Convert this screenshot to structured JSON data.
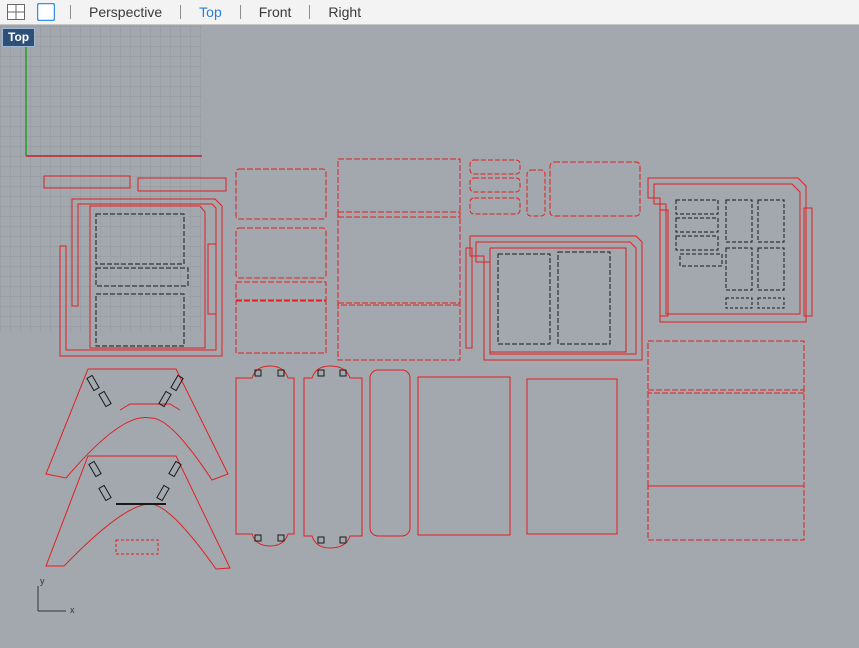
{
  "toolbar": {
    "layout_icon": "four-viewports-icon",
    "single_icon": "single-viewport-icon",
    "tabs": [
      {
        "label": "Perspective",
        "active": false
      },
      {
        "label": "Top",
        "active": true
      },
      {
        "label": "Front",
        "active": false
      },
      {
        "label": "Right",
        "active": false
      }
    ]
  },
  "viewport": {
    "label": "Top",
    "axis_x": "x",
    "axis_y": "y",
    "colors": {
      "background": "#a3a8ae",
      "grid": "#8e949b",
      "cut_lines": "#e02020",
      "engrave_lines": "#1a1a1a",
      "x_axis": "#c02020",
      "y_axis": "#20a020"
    }
  }
}
